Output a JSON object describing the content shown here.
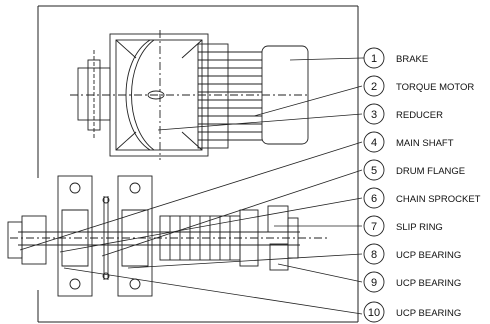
{
  "callouts": [
    {
      "num": "1",
      "label": "BRAKE"
    },
    {
      "num": "2",
      "label": "TORQUE MOTOR"
    },
    {
      "num": "3",
      "label": "REDUCER"
    },
    {
      "num": "4",
      "label": "MAIN SHAFT"
    },
    {
      "num": "5",
      "label": "DRUM FLANGE"
    },
    {
      "num": "6",
      "label": "CHAIN SPROCKET"
    },
    {
      "num": "7",
      "label": "SLIP RING"
    },
    {
      "num": "8",
      "label": "UCP BEARING"
    },
    {
      "num": "9",
      "label": "UCP BEARING"
    },
    {
      "num": "10",
      "label": "UCP BEARING"
    }
  ]
}
